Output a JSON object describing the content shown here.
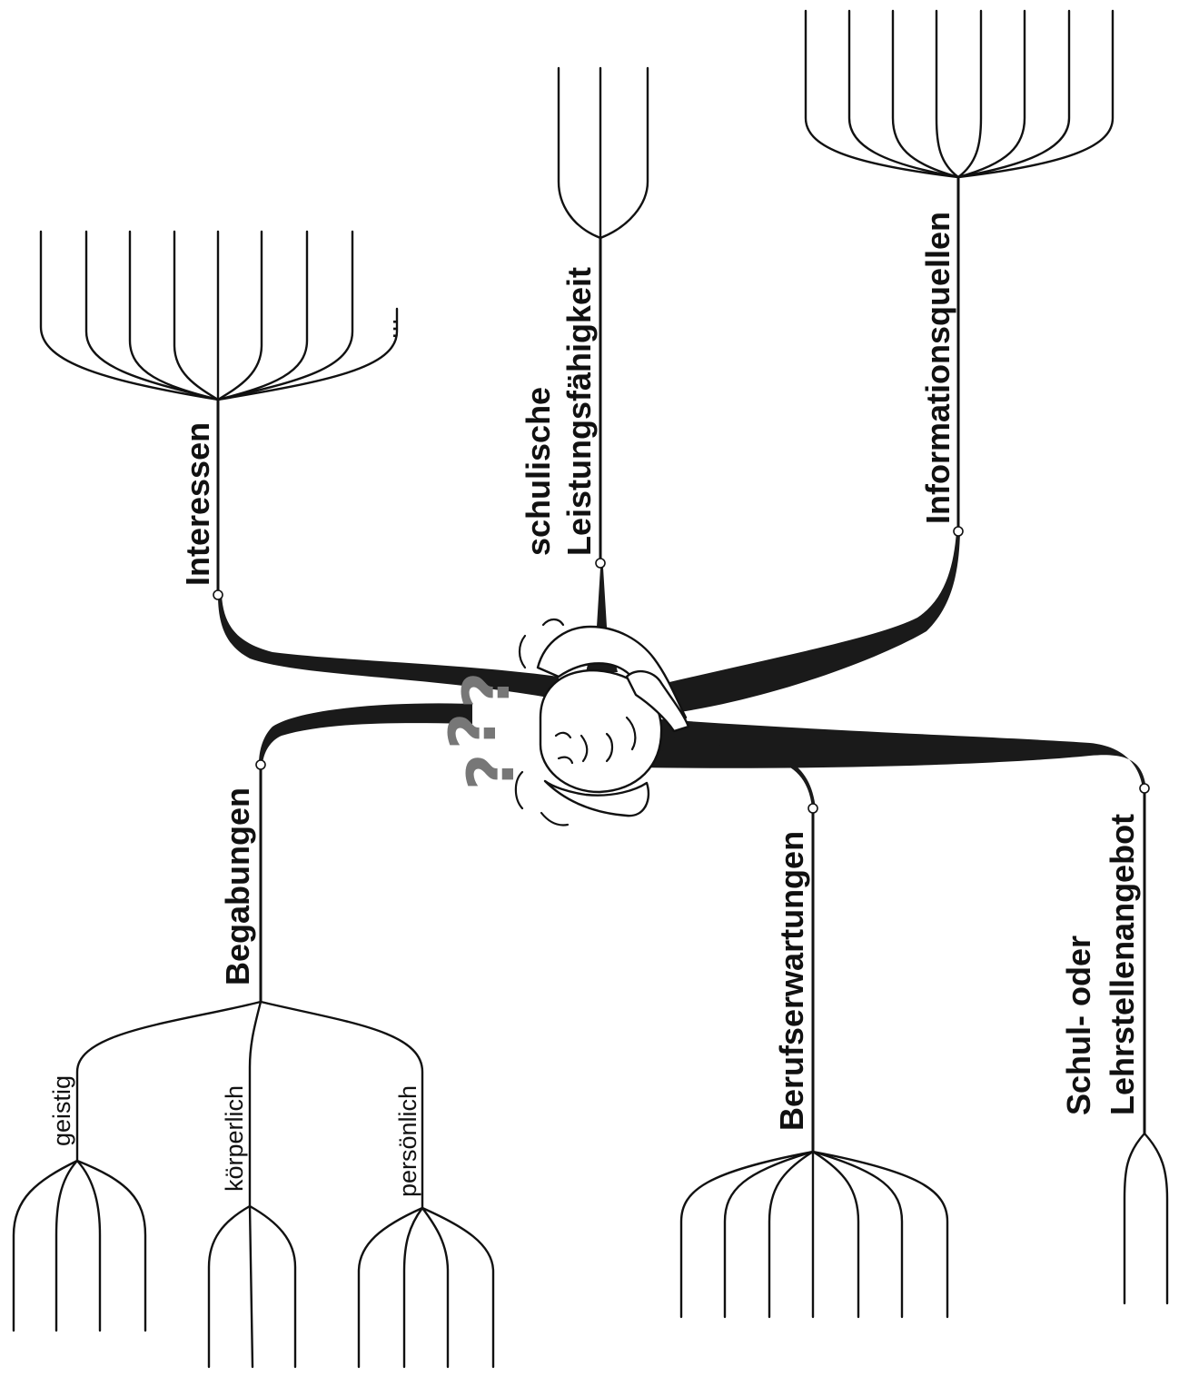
{
  "diagram": {
    "branches": {
      "interessen": {
        "label": "Interessen",
        "extra": "..."
      },
      "leistung": {
        "label_line1": "schulische",
        "label_line2": "Leistungsfähigkeit"
      },
      "informationsquellen": {
        "label": "Informationsquellen"
      },
      "begabungen": {
        "label": "Begabungen",
        "sub": [
          "geistig",
          "körperlich",
          "persönlich"
        ]
      },
      "berufserwartungen": {
        "label": "Berufserwartungen"
      },
      "angebot": {
        "label_line1": "Schul- oder",
        "label_line2": "Lehrstellenangebot"
      }
    },
    "center": {
      "icon": "thinking-person-icon",
      "question_marks": [
        "?",
        "?",
        "?"
      ]
    }
  }
}
